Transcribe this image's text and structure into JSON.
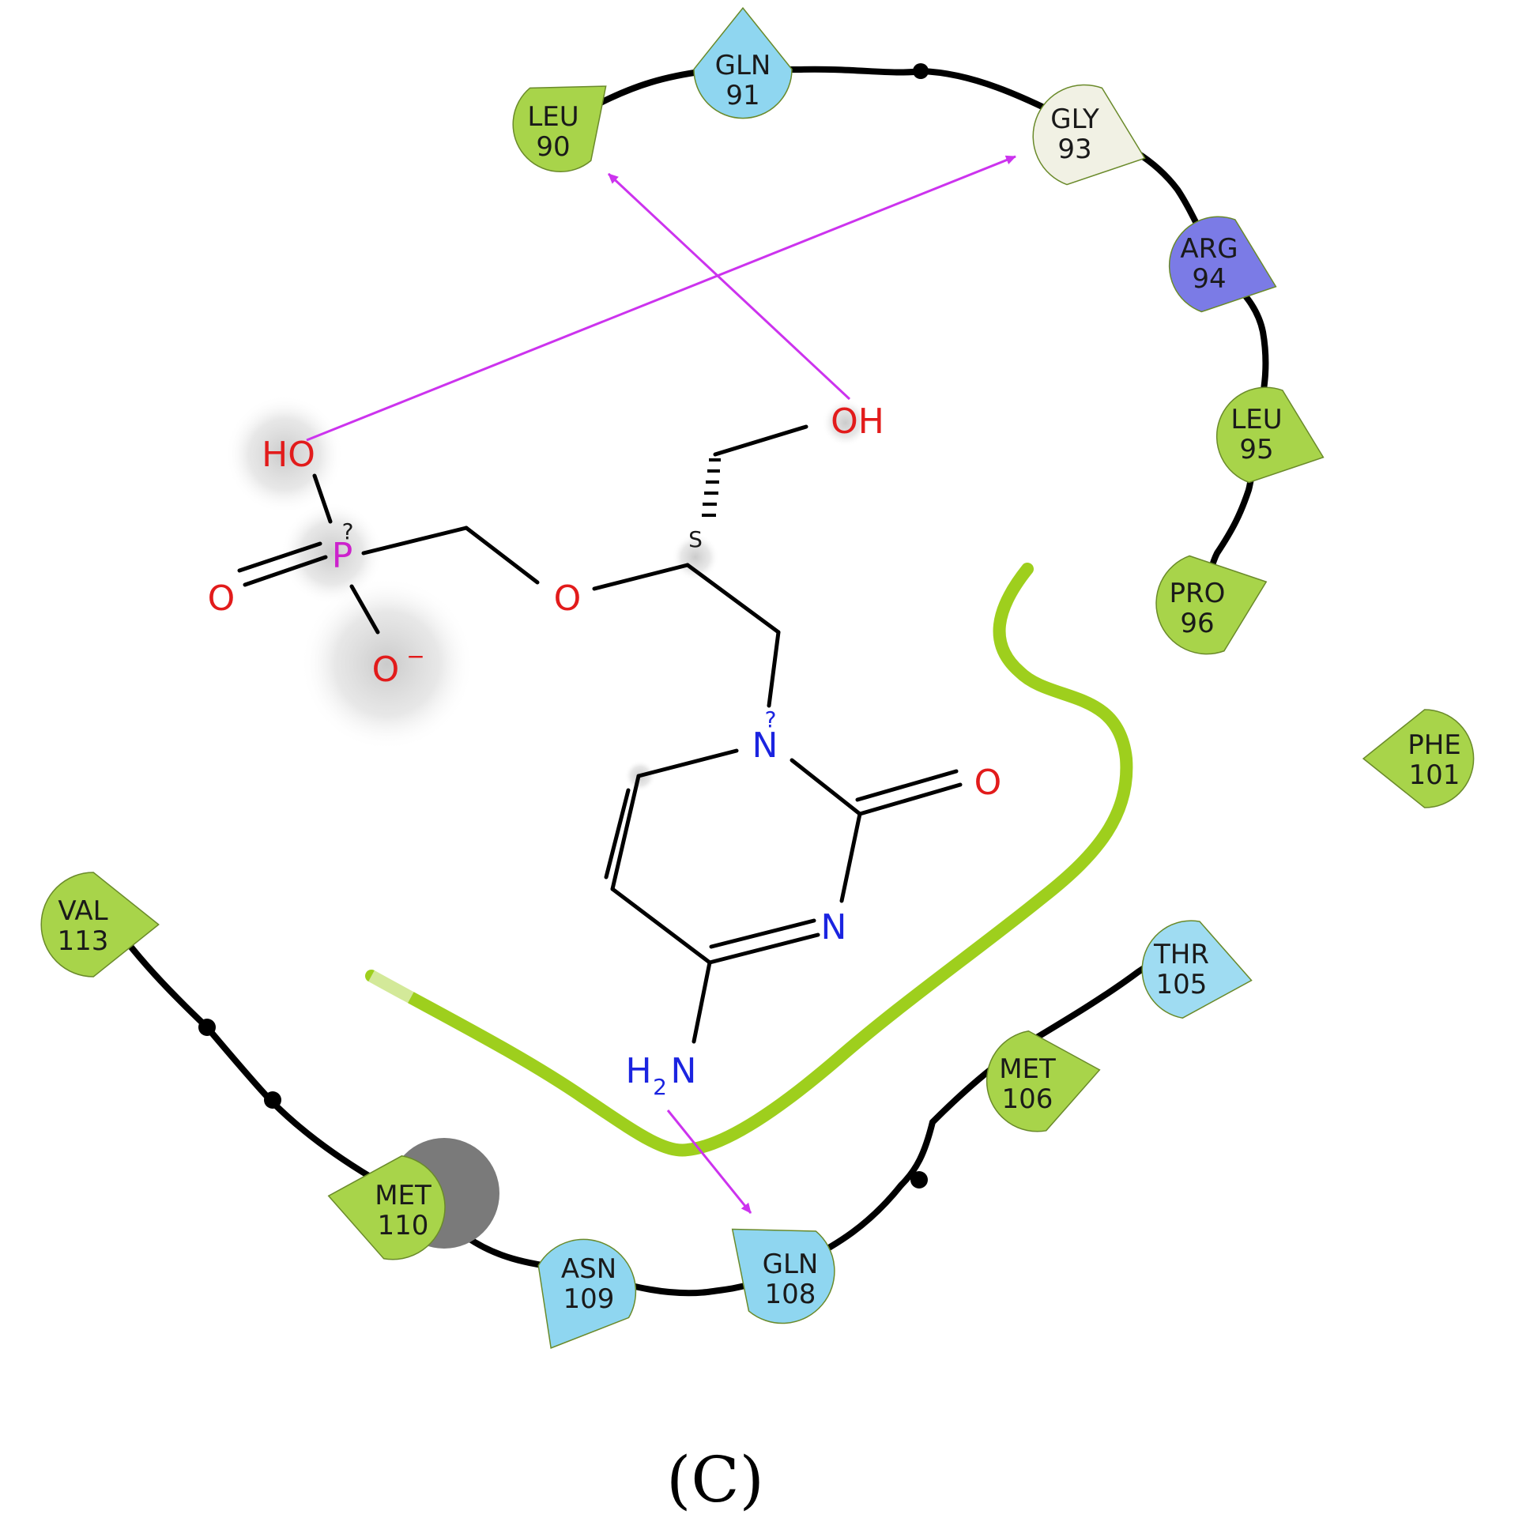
{
  "residues": [
    {
      "id": "leu90",
      "name": "LEU",
      "num": "90",
      "color": "#a8d44a"
    },
    {
      "id": "gln91",
      "name": "GLN",
      "num": "91",
      "color": "#8fd6f0"
    },
    {
      "id": "gly93",
      "name": "GLY",
      "num": "93",
      "color": "#f1f1e4"
    },
    {
      "id": "arg94",
      "name": "ARG",
      "num": "94",
      "color": "#7b7be6"
    },
    {
      "id": "leu95",
      "name": "LEU",
      "num": "95",
      "color": "#a8d44a"
    },
    {
      "id": "pro96",
      "name": "PRO",
      "num": "96",
      "color": "#a8d44a"
    },
    {
      "id": "phe101",
      "name": "PHE",
      "num": "101",
      "color": "#a8d44a"
    },
    {
      "id": "thr105",
      "name": "THR",
      "num": "105",
      "color": "#9fdcf2"
    },
    {
      "id": "met106",
      "name": "MET",
      "num": "106",
      "color": "#a8d44a"
    },
    {
      "id": "gln108",
      "name": "GLN",
      "num": "108",
      "color": "#8fd6f0"
    },
    {
      "id": "asn109",
      "name": "ASN",
      "num": "109",
      "color": "#8fd6f0"
    },
    {
      "id": "met110",
      "name": "MET",
      "num": "110",
      "color": "#a8d44a"
    },
    {
      "id": "val113",
      "name": "VAL",
      "num": "113",
      "color": "#a8d44a"
    }
  ],
  "atoms": {
    "ho": "HO",
    "oh": "OH",
    "p": "P",
    "p_query": "?",
    "o_double": "O",
    "o_minus": "O",
    "minus": "−",
    "o_ether": "O",
    "s_label": "S",
    "n1": "N",
    "n1_query": "?",
    "o_carbonyl": "O",
    "n3": "N",
    "h2n_h": "H",
    "h2n_sub": "2",
    "h2n_n": "N"
  },
  "caption": "(C)",
  "colors": {
    "hbond_arrow": "#cc33ee",
    "pocket_line": "#99cc11",
    "backbone": "#000000"
  }
}
